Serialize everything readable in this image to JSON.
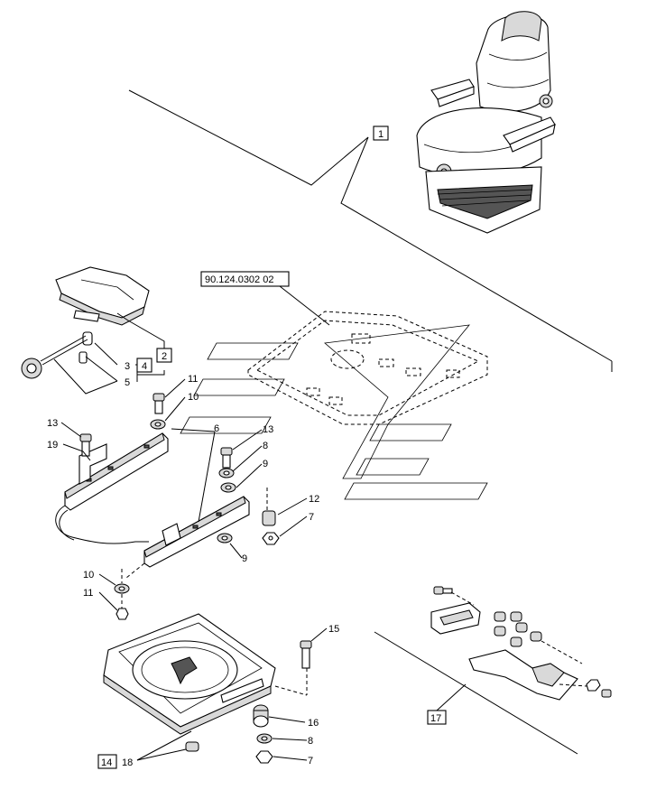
{
  "figure": {
    "reference_code": "90.124.0302 02",
    "boxed_labels": {
      "b1": "1",
      "b2": "2",
      "b4": "4",
      "b14": "14",
      "b17": "17"
    },
    "part_numbers": {
      "p3": "3",
      "p5": "5",
      "p6": "6",
      "p7a": "7",
      "p7b": "7",
      "p8a": "8",
      "p8b": "8",
      "p9a": "9",
      "p9b": "9",
      "p10a": "10",
      "p10b": "10",
      "p11a": "11",
      "p11b": "11",
      "p12": "12",
      "p13a": "13",
      "p13b": "13",
      "p15": "15",
      "p16": "16",
      "p18": "18",
      "p19": "19"
    }
  }
}
